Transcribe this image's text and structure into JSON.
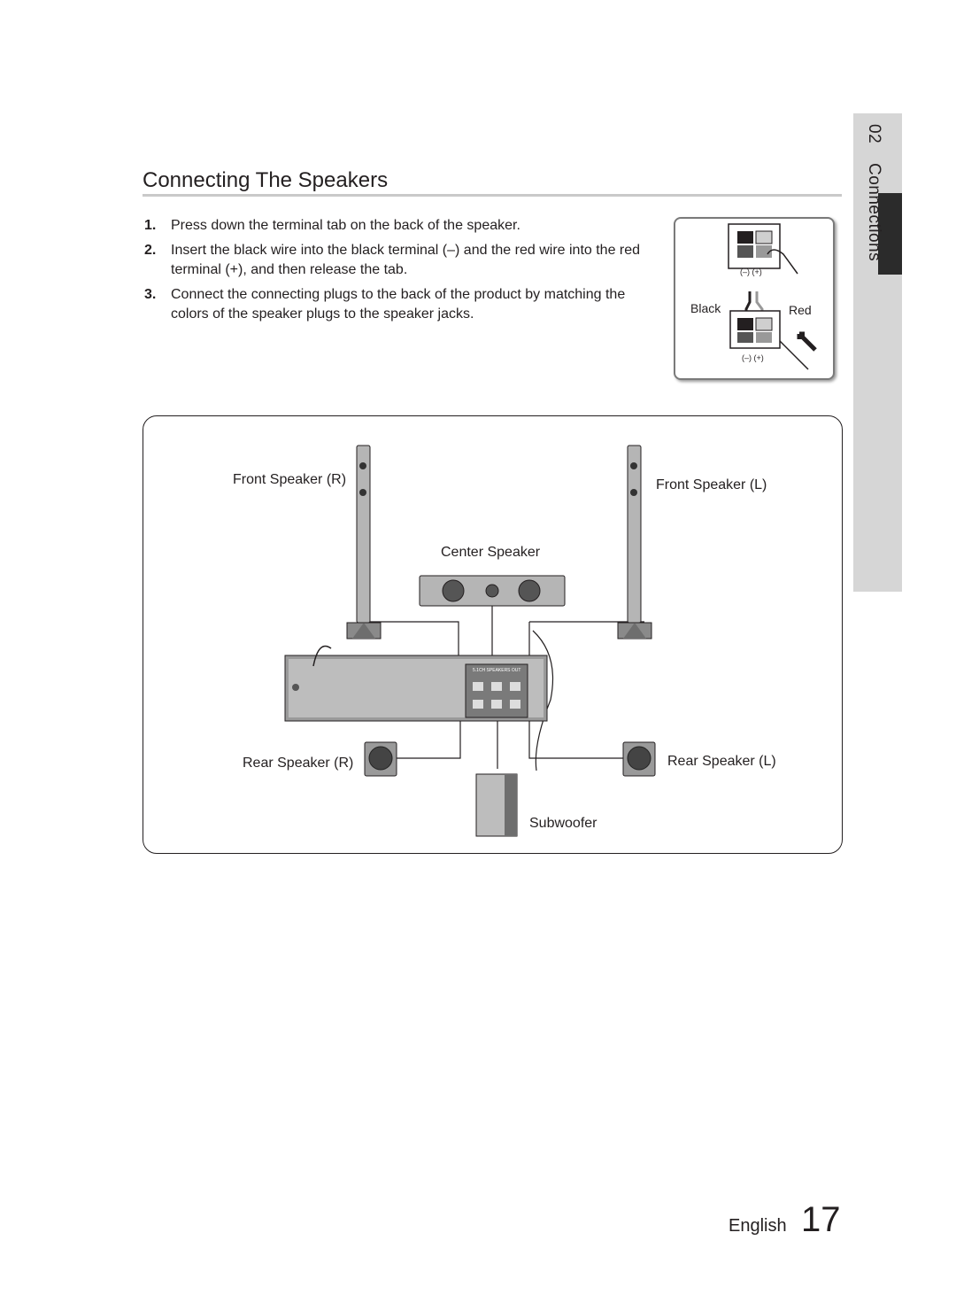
{
  "side_tab": {
    "number": "02",
    "label": "Connections"
  },
  "section_title": "Connecting The Speakers",
  "steps": [
    {
      "num": "1.",
      "text": "Press down the terminal tab on the back of the speaker."
    },
    {
      "num": "2.",
      "text": "Insert the black wire into the black terminal (–) and the red wire into the red terminal (+), and then release the tab."
    },
    {
      "num": "3.",
      "text": "Connect the connecting plugs to the back of the product by matching the colors of the speaker plugs to the speaker jacks."
    }
  ],
  "inset": {
    "terminal_marks": "(–) (+)",
    "wire_black": "Black",
    "wire_red": "Red"
  },
  "diagram": {
    "front_speaker_r": "Front Speaker (R)",
    "front_speaker_l": "Front Speaker (L)",
    "center_speaker": "Center Speaker",
    "rear_speaker_r": "Rear Speaker (R)",
    "rear_speaker_l": "Rear Speaker (L)",
    "subwoofer": "Subwoofer",
    "panel_title": "5.1CH SPEAKERS OUT"
  },
  "footer": {
    "language": "English",
    "page_number": "17"
  }
}
